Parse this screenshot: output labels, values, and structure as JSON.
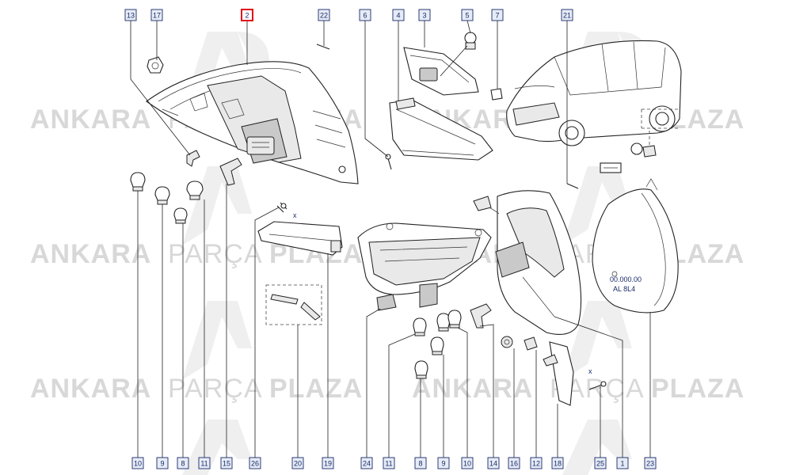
{
  "watermark": {
    "word1": "ANKARA",
    "word2": "PARÇA",
    "word3": "PLAZA"
  },
  "colors": {
    "label_text": "#1a2a6a",
    "label_border": "#1a2a6a",
    "label_fill": "#e6ecf6",
    "highlight_border": "#e0101a",
    "watermark": "#d8d8d8",
    "line": "#222222"
  },
  "top_labels": [
    {
      "id": "13",
      "text": "13"
    },
    {
      "id": "17",
      "text": "17"
    },
    {
      "id": "2",
      "text": "2",
      "highlighted": true
    },
    {
      "id": "22",
      "text": "22"
    },
    {
      "id": "6",
      "text": "6"
    },
    {
      "id": "4",
      "text": "4"
    },
    {
      "id": "3",
      "text": "3"
    },
    {
      "id": "5",
      "text": "5"
    },
    {
      "id": "7",
      "text": "7"
    },
    {
      "id": "21",
      "text": "21"
    }
  ],
  "bottom_labels": [
    {
      "id": "10a",
      "text": "10"
    },
    {
      "id": "9a",
      "text": "9"
    },
    {
      "id": "8a",
      "text": "8"
    },
    {
      "id": "11a",
      "text": "11"
    },
    {
      "id": "15",
      "text": "15"
    },
    {
      "id": "26",
      "text": "26"
    },
    {
      "id": "20",
      "text": "20"
    },
    {
      "id": "19",
      "text": "19"
    },
    {
      "id": "24",
      "text": "24"
    },
    {
      "id": "11b",
      "text": "11"
    },
    {
      "id": "8b",
      "text": "8"
    },
    {
      "id": "9b",
      "text": "9"
    },
    {
      "id": "10b",
      "text": "10"
    },
    {
      "id": "14",
      "text": "14"
    },
    {
      "id": "16",
      "text": "16"
    },
    {
      "id": "12",
      "text": "12"
    },
    {
      "id": "18",
      "text": "18"
    },
    {
      "id": "25",
      "text": "25"
    },
    {
      "id": "1",
      "text": "1"
    },
    {
      "id": "23",
      "text": "23"
    }
  ],
  "annotations": {
    "x_mark_1": "x",
    "x_mark_2": "x"
  }
}
